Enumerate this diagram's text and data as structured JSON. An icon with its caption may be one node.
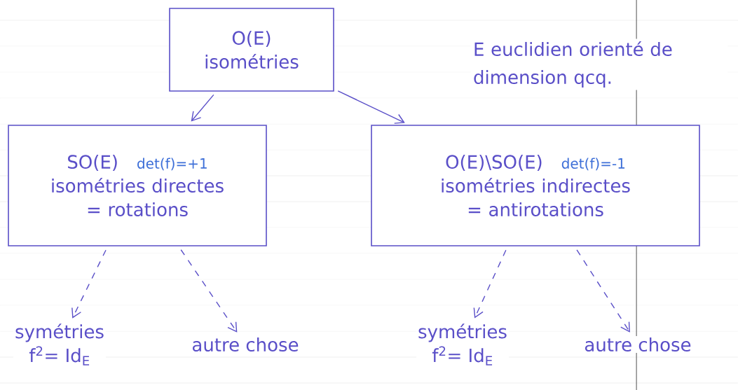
{
  "diagram": {
    "nodes": [
      {
        "text": [
          "O(E)",
          "isométries"
        ]
      },
      {
        "text": [
          "SO(E)",
          "det(f)=+1",
          "isométries directes = rotations"
        ]
      },
      {
        "text": [
          "O(E)\\SO(E)",
          "det(f)=-1",
          "isométries indirectes = antirotations"
        ]
      },
      {
        "text": [
          "symétries",
          "f$^{2}$= Id$_{E}$"
        ]
      },
      {
        "text": [
          "autre chose"
        ]
      },
      {
        "text": [
          "symétries",
          "f$^{2}$= Id$_{E}$"
        ]
      },
      {
        "text": [
          "autre chose"
        ]
      }
    ],
    "edges": [
      {
        "from": 0,
        "to": 1,
        "arrow": "to"
      },
      {
        "from": 0,
        "to": 2,
        "arrow": "to"
      },
      {
        "from": 1,
        "to": 3,
        "arrow": "to",
        "style": "dashed"
      },
      {
        "from": 1,
        "to": 4,
        "arrow": "to",
        "style": "dashed"
      },
      {
        "from": 2,
        "to": 5,
        "arrow": "to",
        "style": "dashed"
      },
      {
        "from": 2,
        "to": 6,
        "arrow": "to",
        "style": "dashed"
      }
    ],
    "labels": [
      "E euclidien orienté de dimension qcq."
    ]
  }
}
